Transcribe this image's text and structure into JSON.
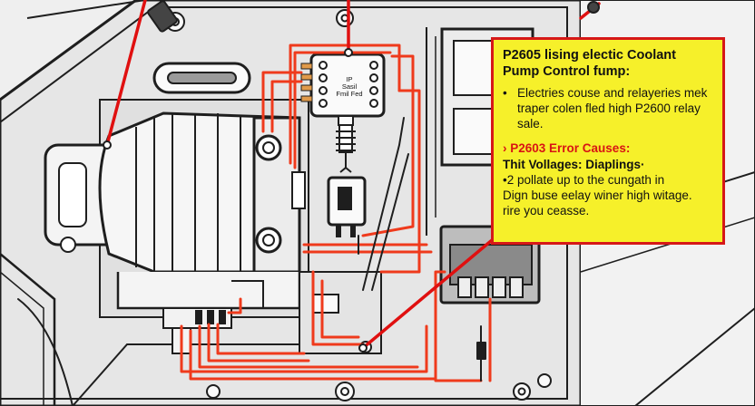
{
  "callout": {
    "title": "P2605 lising electic Coolant Pump Control fump:",
    "bullet_points": [
      "Electries couse and relayeries mek traper colen fled high P2600 relay sale."
    ],
    "error_heading": "› P2603 Error Causes:",
    "subheading": "Thit Vollages: Diaplings·",
    "body_lines": [
      "•2 pollate up to the cungath in",
      "Dign buse eelay winer high witage.",
      "rire you ceasse."
    ]
  },
  "relay_block": {
    "label_lines": [
      "IP",
      "Sasil",
      "Fmil Fed"
    ]
  },
  "colors": {
    "wire_red": "#ef3a1c",
    "pointer_red": "#e01010",
    "callout_fill": "#f6f02a",
    "callout_border": "#d61818",
    "line_dark": "#1e1e1e",
    "panel_gray": "#d9d9d9"
  }
}
